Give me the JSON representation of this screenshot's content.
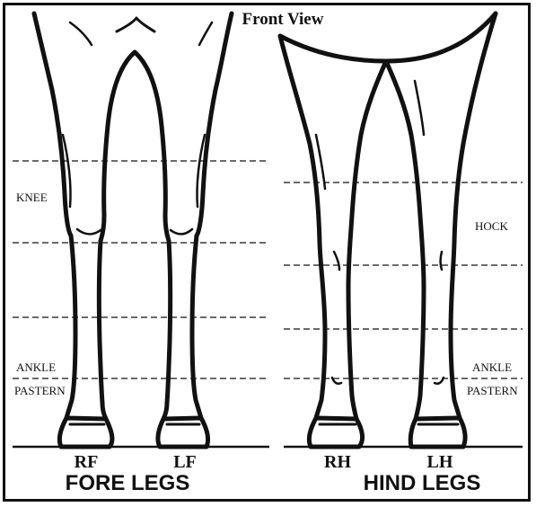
{
  "title": "Front View",
  "legs": {
    "rf": "RF",
    "lf": "LF",
    "rh": "RH",
    "lh": "LH"
  },
  "groups": {
    "fore": "FORE LEGS",
    "hind": "HIND LEGS"
  },
  "regions": {
    "knee": "KNEE",
    "hock": "HOCK",
    "ankle_left": "ANKLE",
    "pastern_left": "PASTERN",
    "ankle_right": "ANKLE",
    "pastern_right": "PASTERN"
  },
  "colors": {
    "ink": "#111111",
    "background": "#ffffff"
  }
}
